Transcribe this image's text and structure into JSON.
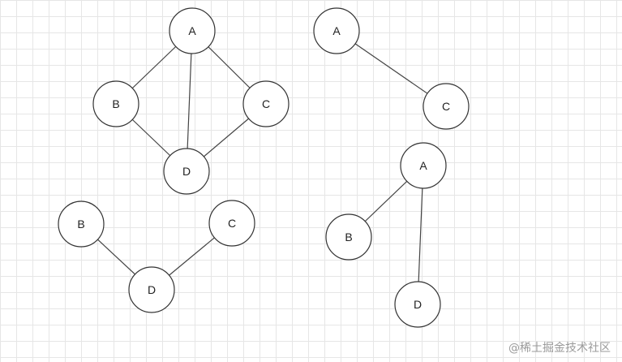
{
  "diagrams": [
    {
      "nodes": [
        {
          "id": "A",
          "label": "A"
        },
        {
          "id": "B",
          "label": "B"
        },
        {
          "id": "C",
          "label": "C"
        },
        {
          "id": "D",
          "label": "D"
        }
      ],
      "edges": [
        [
          "A",
          "B"
        ],
        [
          "A",
          "C"
        ],
        [
          "A",
          "D"
        ],
        [
          "B",
          "D"
        ],
        [
          "C",
          "D"
        ]
      ]
    },
    {
      "nodes": [
        {
          "id": "A",
          "label": "A"
        },
        {
          "id": "C",
          "label": "C"
        }
      ],
      "edges": [
        [
          "A",
          "C"
        ]
      ]
    },
    {
      "nodes": [
        {
          "id": "B",
          "label": "B"
        },
        {
          "id": "C",
          "label": "C"
        },
        {
          "id": "D",
          "label": "D"
        }
      ],
      "edges": [
        [
          "B",
          "D"
        ],
        [
          "C",
          "D"
        ]
      ]
    },
    {
      "nodes": [
        {
          "id": "A",
          "label": "A"
        },
        {
          "id": "B",
          "label": "B"
        },
        {
          "id": "D",
          "label": "D"
        }
      ],
      "edges": [
        [
          "A",
          "B"
        ],
        [
          "A",
          "D"
        ]
      ]
    }
  ],
  "watermark": "@稀土掘金技术社区"
}
